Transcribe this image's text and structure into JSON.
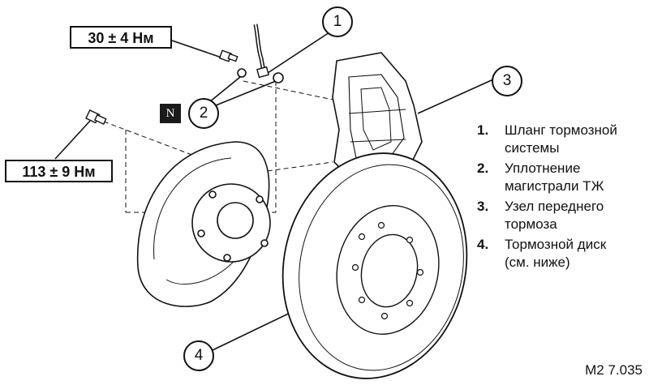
{
  "torque": {
    "top": "30 ± 4 Нм",
    "left": "113 ± 9 Нм"
  },
  "badge": "N",
  "callouts": [
    "1",
    "2",
    "3",
    "4"
  ],
  "legend": [
    {
      "num": "1.",
      "lines": [
        "Шланг тормозной",
        "системы"
      ]
    },
    {
      "num": "2.",
      "lines": [
        "Уплотнение",
        "магистрали ТЖ"
      ]
    },
    {
      "num": "3.",
      "lines": [
        "Узел переднего",
        "тормоза"
      ]
    },
    {
      "num": "4.",
      "lines": [
        "Тормозной диск",
        "(см. ниже)"
      ]
    }
  ],
  "figure_id": "M2 7.035"
}
